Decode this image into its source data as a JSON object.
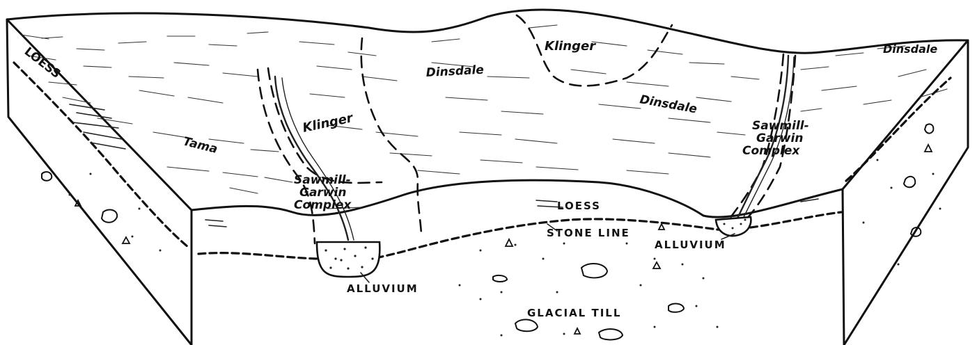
{
  "labels": {
    "loess_left": "LOESS",
    "tama": "Tama",
    "klinger_left": "Klinger",
    "sawmill_left_1": "Sawmill-",
    "sawmill_left_2": "Garwin",
    "sawmill_left_3": "Complex",
    "dinsdale_mid": "Dinsdale",
    "klinger_top": "Klinger",
    "dinsdale_center": "Dinsdale",
    "dinsdale_right": "Dinsdale",
    "sawmill_right_1": "Sawmill-",
    "sawmill_right_2": "Garwin",
    "sawmill_right_3": "Complex",
    "loess_front": "LOESS",
    "stone_line": "STONE LINE",
    "alluvium_right": "ALLUVIUM",
    "alluvium_left": "ALLUVIUM",
    "glacial_till": "GLACIAL TILL"
  }
}
